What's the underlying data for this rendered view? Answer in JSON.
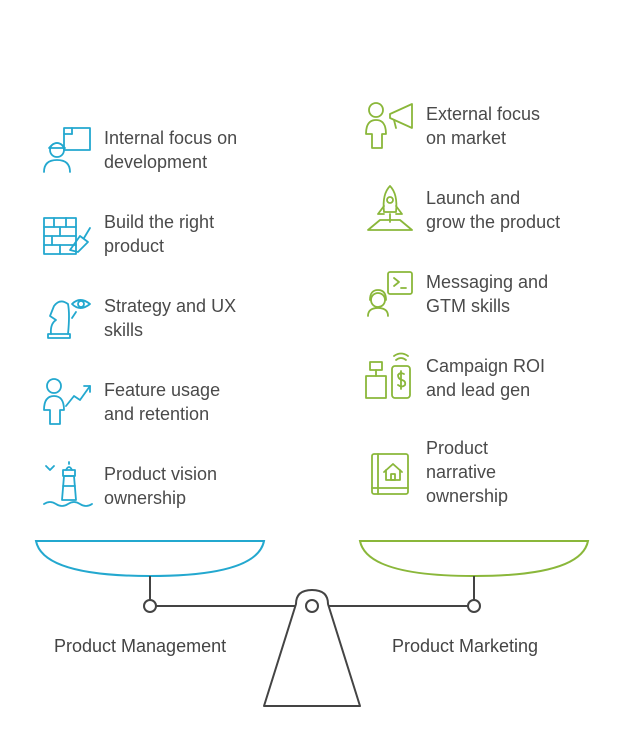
{
  "colors": {
    "left_accent": "#23a8cf",
    "right_accent": "#8ab73a",
    "beam": "#444444"
  },
  "left": {
    "title": "Product Management",
    "items": [
      {
        "icon": "engineer-blueprint-icon",
        "text": "Internal focus on\ndevelopment"
      },
      {
        "icon": "brick-wall-trowel-icon",
        "text": "Build the right\nproduct"
      },
      {
        "icon": "chess-knight-eye-icon",
        "text": "Strategy and UX\nskills"
      },
      {
        "icon": "person-growth-arrow-icon",
        "text": "Feature usage\nand retention"
      },
      {
        "icon": "lighthouse-icon",
        "text": "Product vision\nownership"
      }
    ]
  },
  "right": {
    "title": "Product Marketing",
    "items": [
      {
        "icon": "person-megaphone-icon",
        "text": "External focus\non market"
      },
      {
        "icon": "rocket-launch-icon",
        "text": "Launch and\ngrow the product"
      },
      {
        "icon": "person-terminal-icon",
        "text": "Messaging and\nGTM skills"
      },
      {
        "icon": "cash-register-phone-icon",
        "text": "Campaign ROI\nand lead gen"
      },
      {
        "icon": "book-house-icon",
        "text": "Product\nnarrative\nownership"
      }
    ]
  }
}
